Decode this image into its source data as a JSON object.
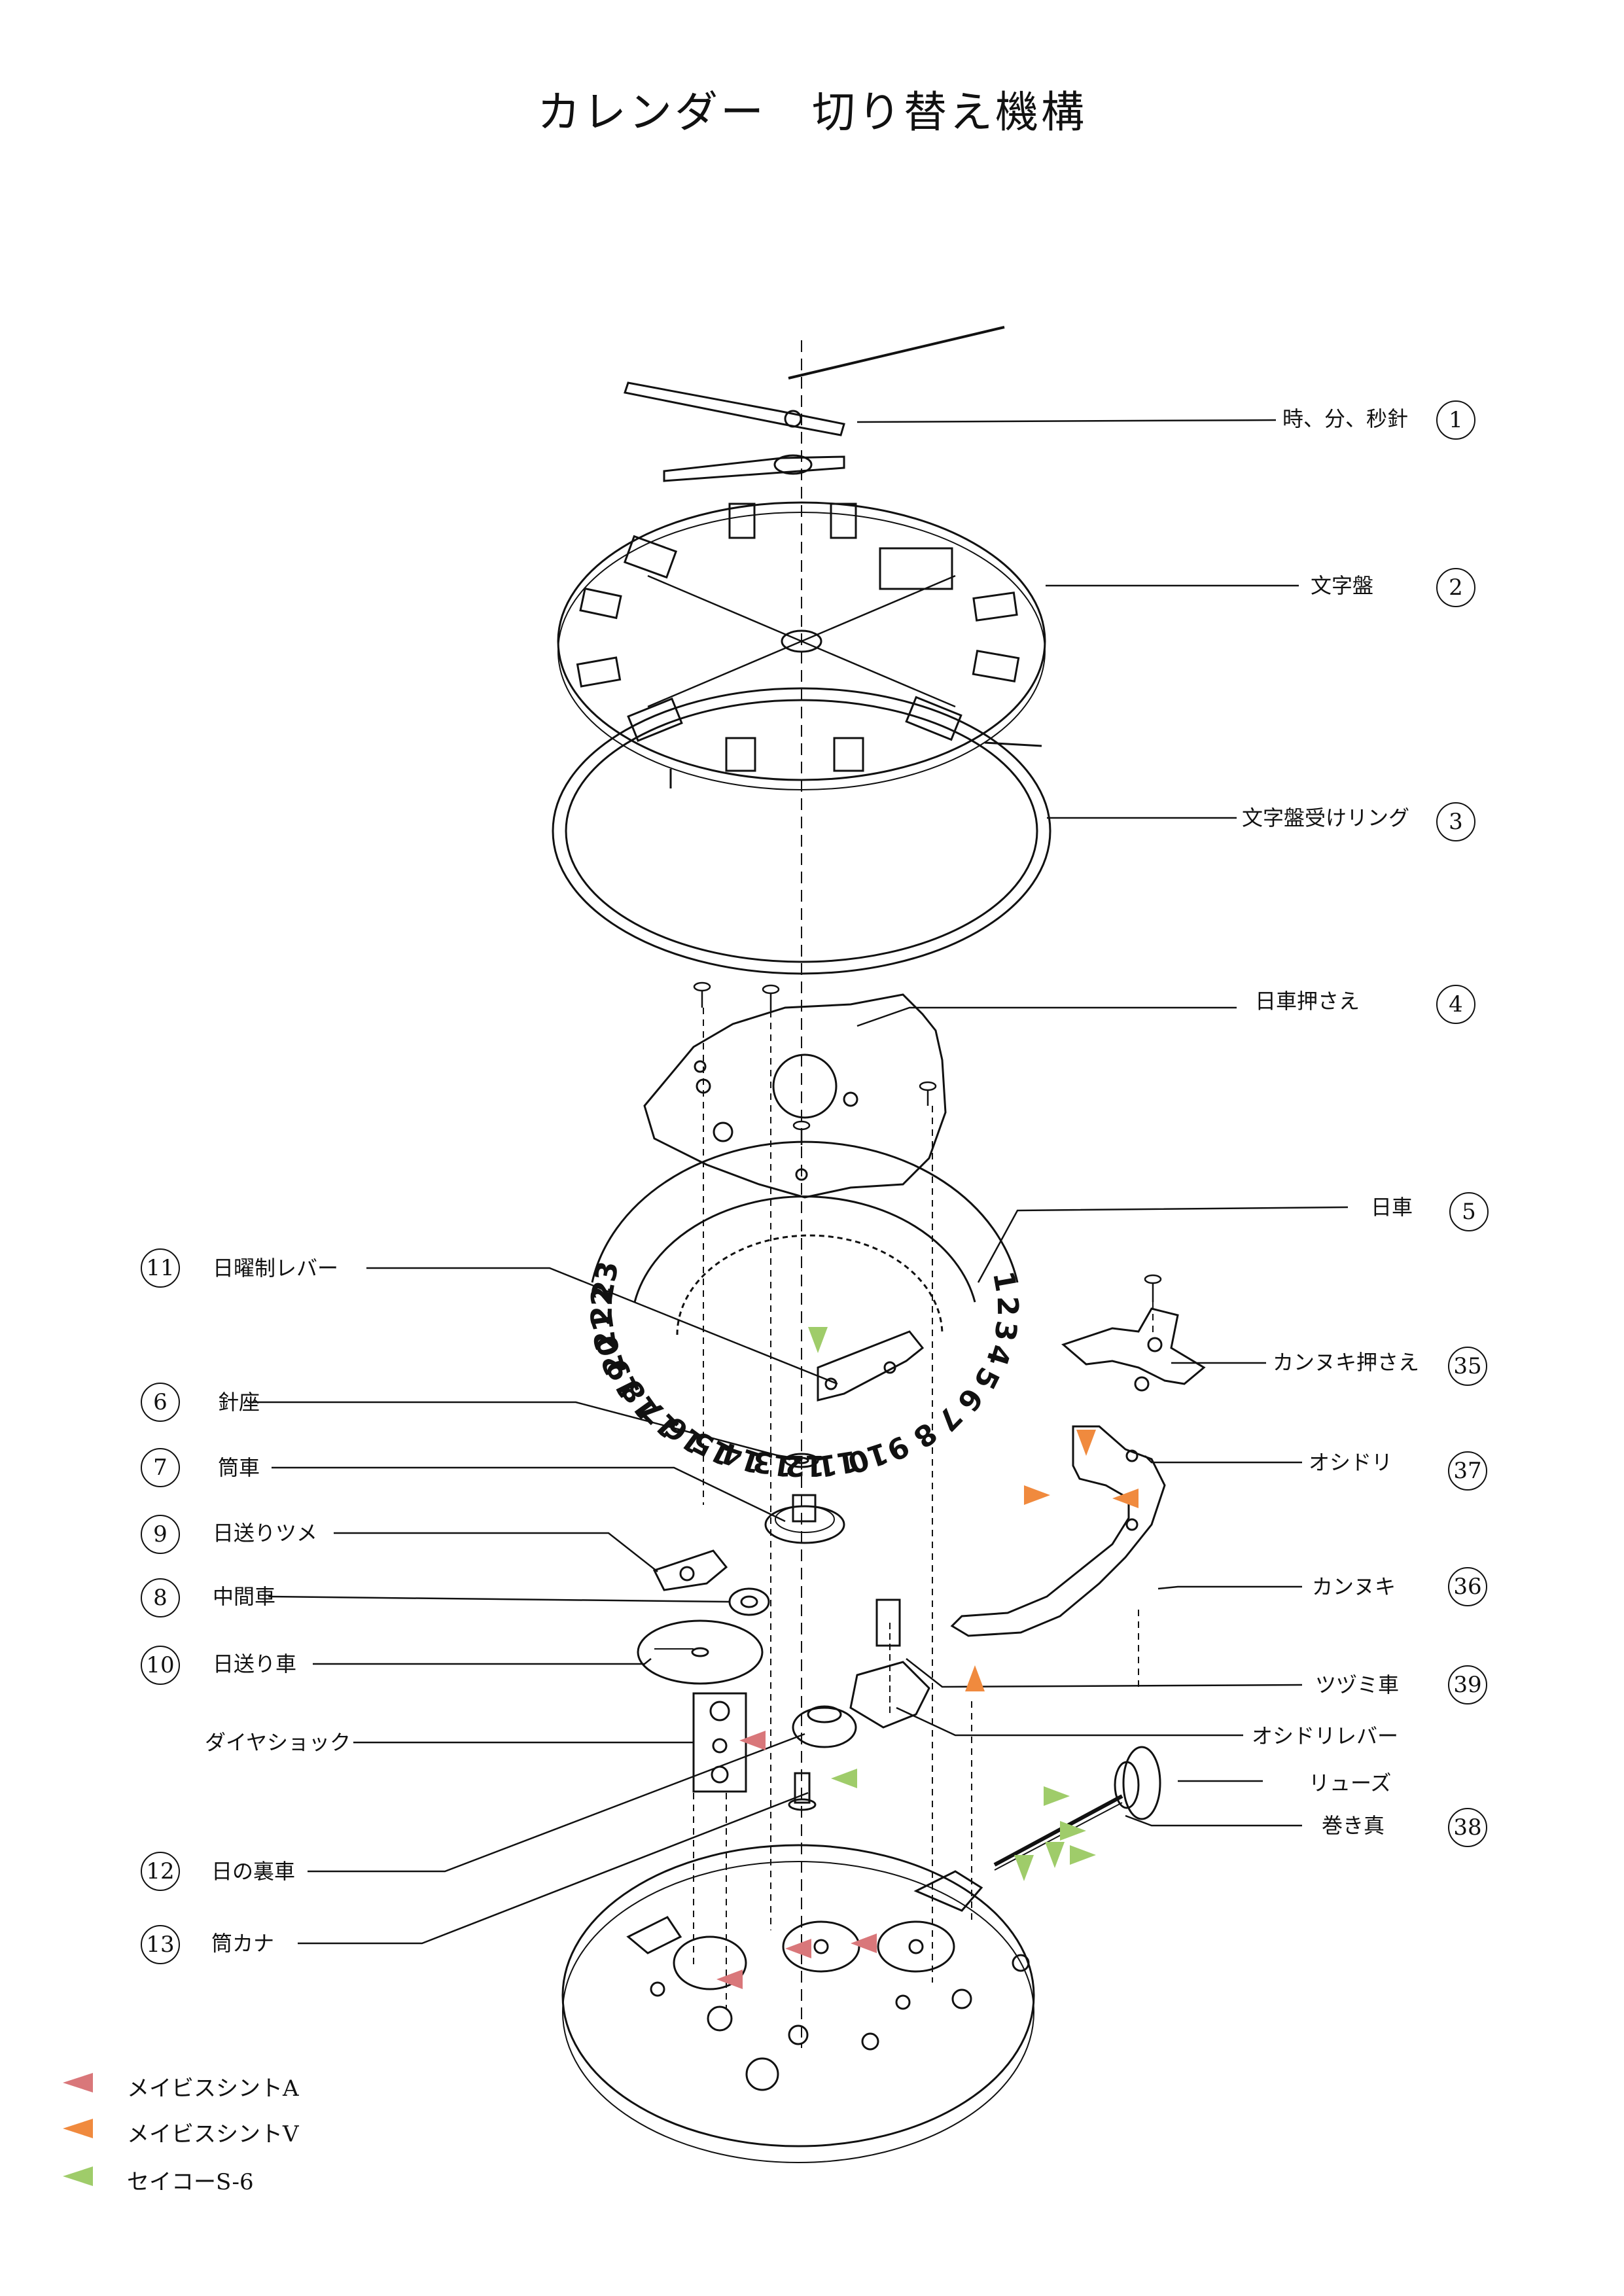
{
  "title": "カレンダー　切り替え機構",
  "colors": {
    "line": "#111111",
    "red": "#d9777a",
    "orange": "#f08a3e",
    "green": "#9fcc6a"
  },
  "parts": [
    {
      "num": "1",
      "label": "時、分、秒針"
    },
    {
      "num": "2",
      "label": "文字盤"
    },
    {
      "num": "3",
      "label": "文字盤受けリング"
    },
    {
      "num": "4",
      "label": "日車押さえ"
    },
    {
      "num": "5",
      "label": "日車"
    },
    {
      "num": "35",
      "label": "カンヌキ押さえ"
    },
    {
      "num": "37",
      "label": "オシドリ"
    },
    {
      "num": "36",
      "label": "カンヌキ"
    },
    {
      "num": "39",
      "label": "ツヅミ車"
    },
    {
      "num": "",
      "label": "オシドリレバー"
    },
    {
      "num": "",
      "label": "リューズ"
    },
    {
      "num": "38",
      "label": "巻き真"
    },
    {
      "num": "11",
      "label": "日曜制レバー"
    },
    {
      "num": "6",
      "label": "針座"
    },
    {
      "num": "7",
      "label": "筒車"
    },
    {
      "num": "9",
      "label": "日送りツメ"
    },
    {
      "num": "8",
      "label": "中間車"
    },
    {
      "num": "10",
      "label": "日送り車"
    },
    {
      "num": "",
      "label": "ダイヤショック"
    },
    {
      "num": "12",
      "label": "日の裏車"
    },
    {
      "num": "13",
      "label": "筒カナ"
    }
  ],
  "date_wheel_numerals": [
    "1",
    "2",
    "3",
    "4",
    "5",
    "6",
    "7",
    "8",
    "9",
    "10",
    "11",
    "12",
    "13",
    "14",
    "15",
    "16",
    "17",
    "18",
    "19",
    "20",
    "21",
    "22",
    "23"
  ],
  "legend": [
    {
      "color": "red",
      "label": "メイビスシントA"
    },
    {
      "color": "orange",
      "label": "メイビスシントV"
    },
    {
      "color": "green",
      "label": "セイコーS-6"
    }
  ]
}
